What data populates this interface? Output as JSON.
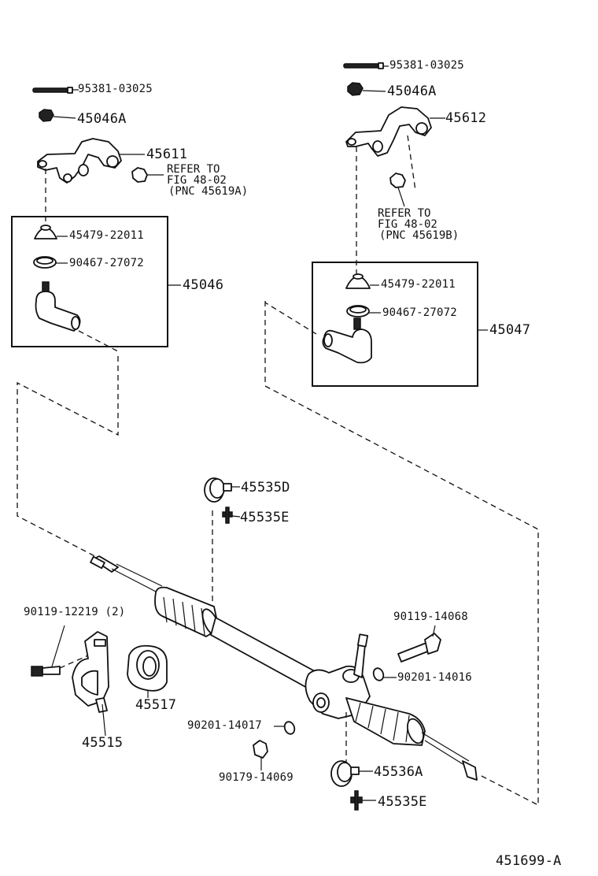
{
  "diagram": {
    "footer_code": "451699-A",
    "left_assembly": {
      "cotter_pin": "95381-03025",
      "nut": "45046A",
      "knuckle_arm": "45611",
      "refer_line1": "REFER TO",
      "refer_line2": "FIG 48-02",
      "refer_line3": "(PNC 45619A)",
      "dust_boot": "45479-22011",
      "clamp_ring": "90467-27072",
      "tie_rod_end_assy": "45046"
    },
    "right_assembly": {
      "cotter_pin": "95381-03025",
      "nut": "45046A",
      "knuckle_arm": "45612",
      "refer_line1": "REFER TO",
      "refer_line2": "FIG 48-02",
      "refer_line3": "(PNC 45619B)",
      "dust_boot": "45479-22011",
      "clamp_ring": "90467-27072",
      "tie_rod_end_assy": "45047"
    },
    "rack": {
      "boot_clamp_upper": "45535D",
      "clip_upper": "45535E",
      "bracket_bolt": "90119-12219 (2)",
      "bracket": "45515",
      "bushing": "45517",
      "mount_bolt": "90119-14068",
      "washer_right": "90201-14016",
      "washer_left": "90201-14017",
      "nut_lower": "90179-14069",
      "boot_clamp_lower": "45536A",
      "clip_lower": "45535E"
    }
  }
}
